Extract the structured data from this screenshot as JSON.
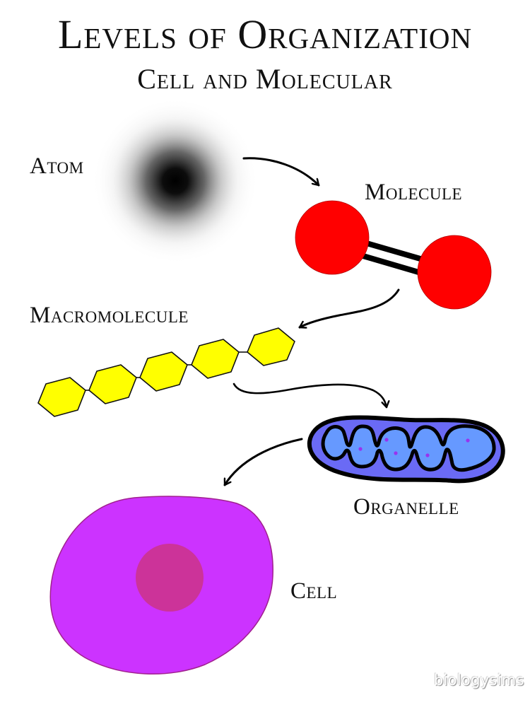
{
  "title": {
    "main": "Levels of Organization",
    "subtitle": "Cell and Molecular"
  },
  "levels": [
    {
      "id": "atom",
      "label": "Atom",
      "color": "#000000"
    },
    {
      "id": "molecule",
      "label": "Molecule",
      "color": "#ff0000",
      "bond_color": "#000000"
    },
    {
      "id": "macromolecule",
      "label": "Macromolecule",
      "color": "#ffff00",
      "unit_count": 5
    },
    {
      "id": "organelle",
      "label": "Organelle",
      "outer_color": "#6a6af5",
      "inner_color": "#6699ff",
      "dot_color": "#9933ee"
    },
    {
      "id": "cell",
      "label": "Cell",
      "color": "#cc33ff",
      "nucleus_color": "#cc3399"
    }
  ],
  "arrows": [
    {
      "from": "atom",
      "to": "molecule"
    },
    {
      "from": "molecule",
      "to": "macromolecule"
    },
    {
      "from": "macromolecule",
      "to": "organelle"
    },
    {
      "from": "organelle",
      "to": "cell"
    }
  ],
  "watermark": "biologysims"
}
